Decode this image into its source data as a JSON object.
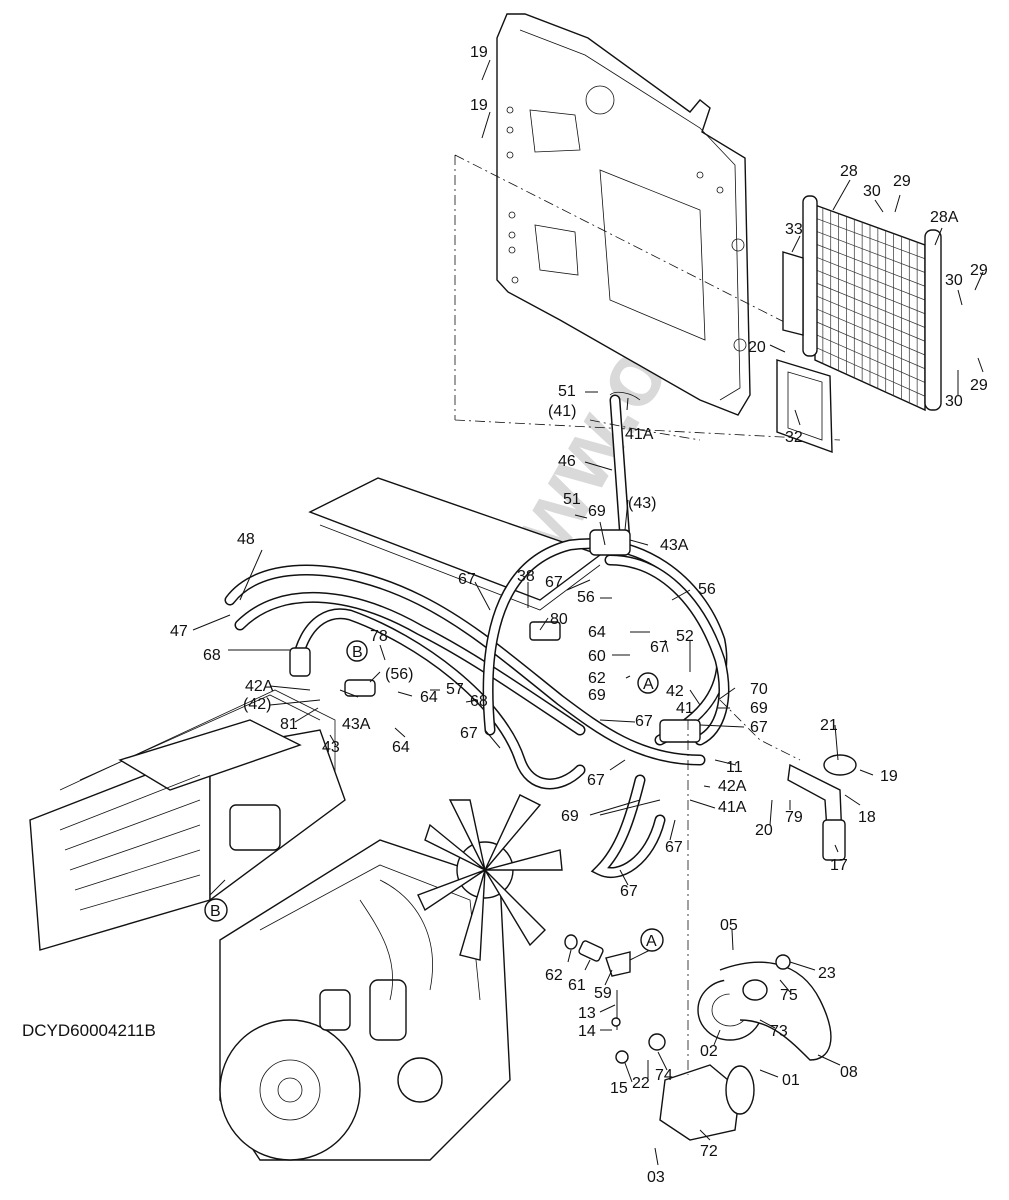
{
  "drawing_code": "DCYD60004211B",
  "watermark": "ww.o.ft",
  "callouts": [
    {
      "id": "c19a",
      "text": "19"
    },
    {
      "id": "c19b",
      "text": "19"
    },
    {
      "id": "c28",
      "text": "28"
    },
    {
      "id": "c30a",
      "text": "30"
    },
    {
      "id": "c29a",
      "text": "29"
    },
    {
      "id": "c28A",
      "text": "28A"
    },
    {
      "id": "c33",
      "text": "33"
    },
    {
      "id": "c30b",
      "text": "30"
    },
    {
      "id": "c29b",
      "text": "29"
    },
    {
      "id": "c20a",
      "text": "20"
    },
    {
      "id": "c29c",
      "text": "29"
    },
    {
      "id": "c30c",
      "text": "30"
    },
    {
      "id": "c32",
      "text": "32"
    },
    {
      "id": "c51a",
      "text": "51"
    },
    {
      "id": "c41p",
      "text": "(41)"
    },
    {
      "id": "c41Aa",
      "text": "41A"
    },
    {
      "id": "c46",
      "text": "46"
    },
    {
      "id": "c51b",
      "text": "51"
    },
    {
      "id": "c69a",
      "text": "69"
    },
    {
      "id": "c43p",
      "text": "(43)"
    },
    {
      "id": "c43Aa",
      "text": "43A"
    },
    {
      "id": "c48",
      "text": "48"
    },
    {
      "id": "c67a",
      "text": "67"
    },
    {
      "id": "c38",
      "text": "38"
    },
    {
      "id": "c67b",
      "text": "67"
    },
    {
      "id": "c56a",
      "text": "56"
    },
    {
      "id": "c56b",
      "text": "56"
    },
    {
      "id": "c80",
      "text": "80"
    },
    {
      "id": "c47",
      "text": "47"
    },
    {
      "id": "c68a",
      "text": "68"
    },
    {
      "id": "c78",
      "text": "78"
    },
    {
      "id": "cBa",
      "text": "B"
    },
    {
      "id": "c64a",
      "text": "64"
    },
    {
      "id": "c67c",
      "text": "67"
    },
    {
      "id": "c52",
      "text": "52"
    },
    {
      "id": "c60",
      "text": "60"
    },
    {
      "id": "c56p",
      "text": "(56)"
    },
    {
      "id": "c42Aa",
      "text": "42A"
    },
    {
      "id": "c64b",
      "text": "64"
    },
    {
      "id": "c57",
      "text": "57"
    },
    {
      "id": "c68b",
      "text": "68"
    },
    {
      "id": "c62a",
      "text": "62"
    },
    {
      "id": "cAa",
      "text": "A"
    },
    {
      "id": "c42a",
      "text": "42"
    },
    {
      "id": "c70",
      "text": "70"
    },
    {
      "id": "c42p",
      "text": "(42)"
    },
    {
      "id": "c43Ab",
      "text": "43A"
    },
    {
      "id": "c69b",
      "text": "69"
    },
    {
      "id": "c41",
      "text": "41"
    },
    {
      "id": "c69c",
      "text": "69"
    },
    {
      "id": "c81",
      "text": "81"
    },
    {
      "id": "c64c",
      "text": "64"
    },
    {
      "id": "c67d",
      "text": "67"
    },
    {
      "id": "c67e",
      "text": "67"
    },
    {
      "id": "c43",
      "text": "43"
    },
    {
      "id": "c67f",
      "text": "67"
    },
    {
      "id": "c21",
      "text": "21"
    },
    {
      "id": "c11",
      "text": "11"
    },
    {
      "id": "c67g",
      "text": "67"
    },
    {
      "id": "c42Ab",
      "text": "42A"
    },
    {
      "id": "c19c",
      "text": "19"
    },
    {
      "id": "c41Ab",
      "text": "41A"
    },
    {
      "id": "c69d",
      "text": "69"
    },
    {
      "id": "c18",
      "text": "18"
    },
    {
      "id": "c20b",
      "text": "20"
    },
    {
      "id": "c79",
      "text": "79"
    },
    {
      "id": "c67h",
      "text": "67"
    },
    {
      "id": "c17",
      "text": "17"
    },
    {
      "id": "c67i",
      "text": "67"
    },
    {
      "id": "cBb",
      "text": "B"
    },
    {
      "id": "c05",
      "text": "05"
    },
    {
      "id": "cAb",
      "text": "A"
    },
    {
      "id": "c23",
      "text": "23"
    },
    {
      "id": "c62b",
      "text": "62"
    },
    {
      "id": "c61",
      "text": "61"
    },
    {
      "id": "c59",
      "text": "59"
    },
    {
      "id": "c75",
      "text": "75"
    },
    {
      "id": "c13",
      "text": "13"
    },
    {
      "id": "c73",
      "text": "73"
    },
    {
      "id": "c14",
      "text": "14"
    },
    {
      "id": "c02",
      "text": "02"
    },
    {
      "id": "c08",
      "text": "08"
    },
    {
      "id": "c15",
      "text": "15"
    },
    {
      "id": "c22",
      "text": "22"
    },
    {
      "id": "c74",
      "text": "74"
    },
    {
      "id": "c01",
      "text": "01"
    },
    {
      "id": "c72",
      "text": "72"
    },
    {
      "id": "c03",
      "text": "03"
    }
  ]
}
